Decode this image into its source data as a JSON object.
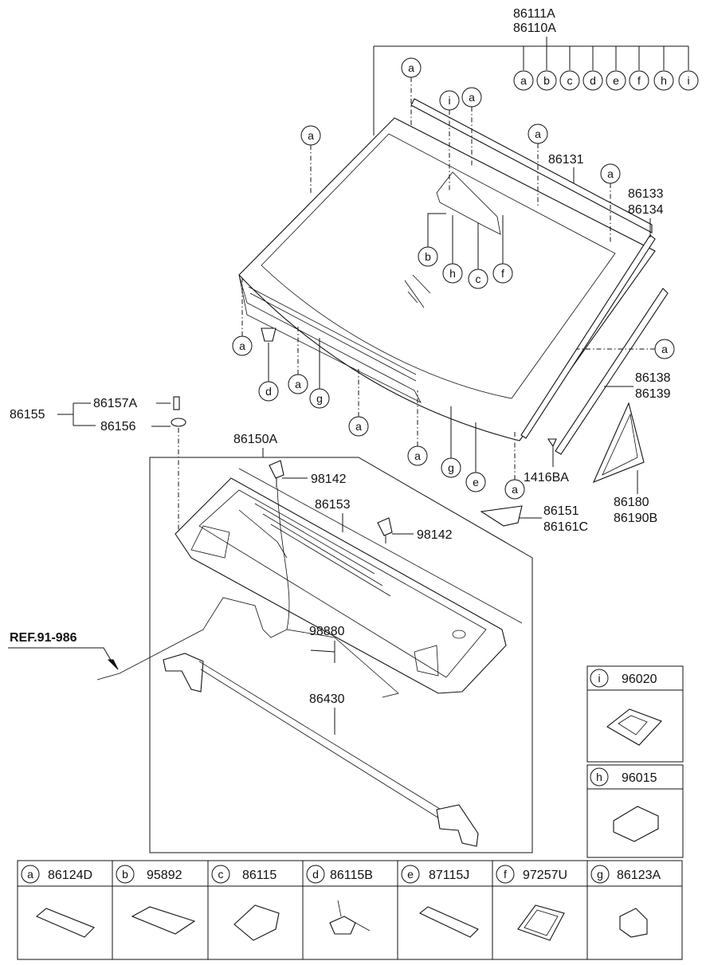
{
  "labels": {
    "glass_assy_1": "86111A",
    "glass_assy_2": "86110A",
    "moulding_upper": "86131",
    "moulding_side_1": "86133",
    "moulding_side_2": "86134",
    "moulding_pillar_1": "86138",
    "moulding_pillar_2": "86139",
    "clip": "1416BA",
    "quarter_glass_1": "86180",
    "quarter_glass_2": "86190B",
    "bracket_1": "86151",
    "bracket_2": "86161C",
    "stopper_assy": "86155",
    "stopper_a": "86157A",
    "stopper_b": "86156",
    "cowl_assy": "86150A",
    "nozzle_1": "98142",
    "nozzle_2": "98142",
    "cowl_panel": "86153",
    "hose": "98880",
    "weatherstrip": "86430",
    "ref": "REF.91-986"
  },
  "bubble_letters": [
    "a",
    "b",
    "c",
    "d",
    "e",
    "f",
    "h",
    "i"
  ],
  "callouts": {
    "a": "a",
    "b": "b",
    "c": "c",
    "d": "d",
    "e": "e",
    "f": "f",
    "g": "g",
    "h": "h",
    "i": "i"
  },
  "side_legend": [
    {
      "letter": "i",
      "part": "96020"
    },
    {
      "letter": "h",
      "part": "96015"
    }
  ],
  "bottom_legend": [
    {
      "letter": "a",
      "part": "86124D"
    },
    {
      "letter": "b",
      "part": "95892"
    },
    {
      "letter": "c",
      "part": "86115"
    },
    {
      "letter": "d",
      "part": "86115B"
    },
    {
      "letter": "e",
      "part": "87115J"
    },
    {
      "letter": "f",
      "part": "97257U"
    },
    {
      "letter": "g",
      "part": "86123A"
    }
  ]
}
